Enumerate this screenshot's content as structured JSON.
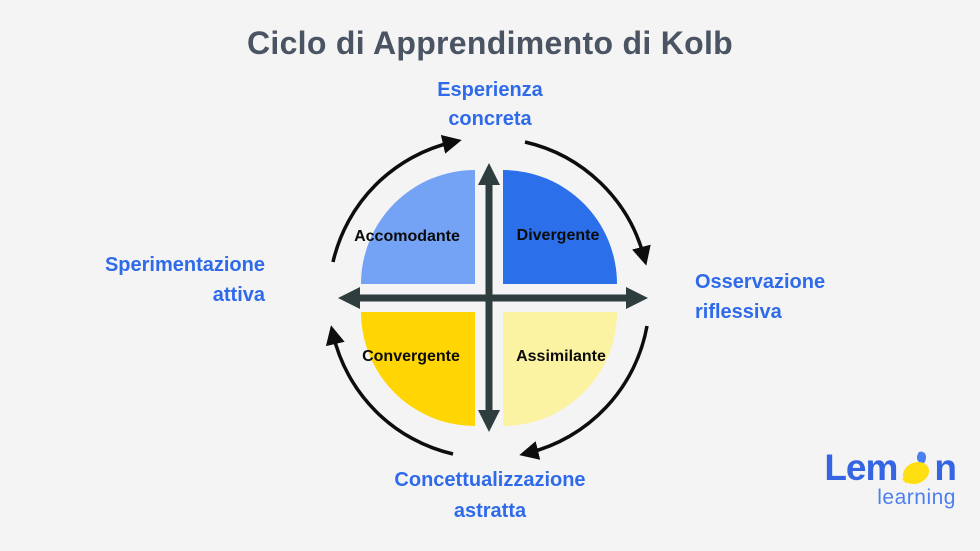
{
  "title": "Ciclo di Apprendimento di Kolb",
  "stages": {
    "top": {
      "line1": "Esperienza",
      "line2": "concreta"
    },
    "right": {
      "line1": "Osservazione",
      "line2": "riflessiva"
    },
    "bottom": {
      "line1": "Concettualizzazione",
      "line2": "astratta"
    },
    "left": {
      "line1": "Sperimentazione",
      "line2": "attiva"
    }
  },
  "quadrants": [
    {
      "label": "Accomodante",
      "position": "top-left",
      "color": "#74A2F5"
    },
    {
      "label": "Divergente",
      "position": "top-right",
      "color": "#2B6FEA"
    },
    {
      "label": "Convergente",
      "position": "bottom-left",
      "color": "#FFD504"
    },
    {
      "label": "Assimilante",
      "position": "bottom-right",
      "color": "#FBF3A2"
    }
  ],
  "colors": {
    "background": "#F4F4F5",
    "title_text": "#4A5462",
    "stage_text": "#2F6BE9",
    "quadrant_text": "#0B0B0B",
    "axis": "#2E3D3D",
    "cycle_arrow": "#0D0D0D",
    "logo_blue": "#3565E2",
    "logo_light_blue": "#4C7FF0",
    "lemon_yellow": "#FFDE12"
  },
  "logo": {
    "word_start": "Lem",
    "word_end": "n",
    "subtext": "learning"
  }
}
